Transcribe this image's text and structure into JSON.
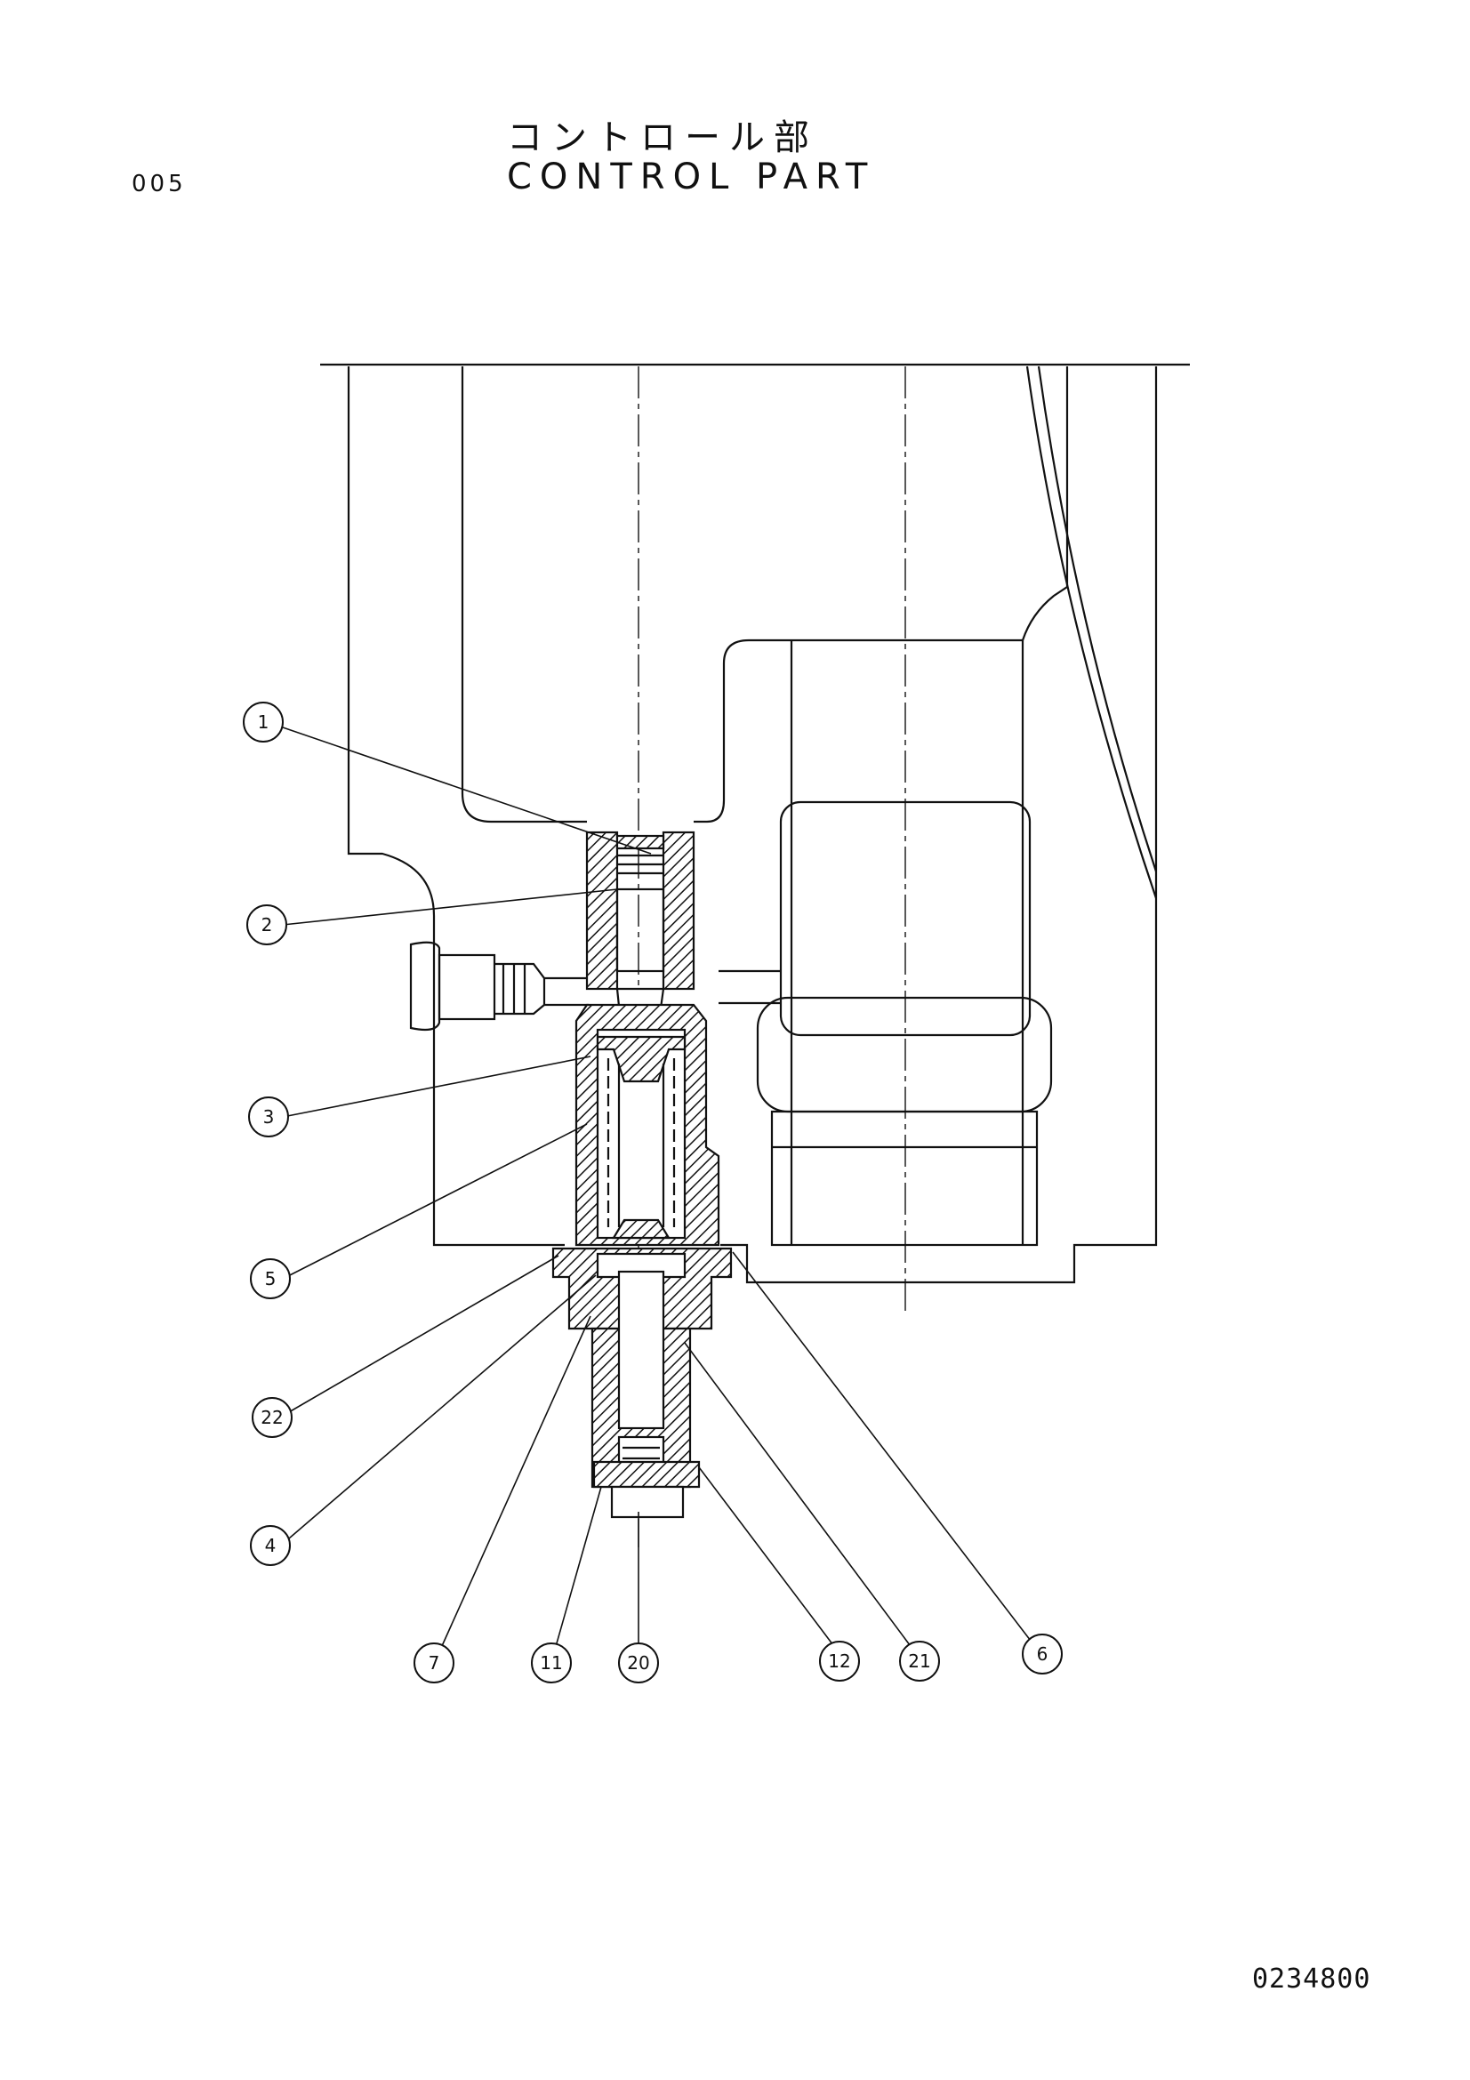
{
  "header": {
    "page_number": "005",
    "title_jp": "コントロール部",
    "title_en": "CONTROL PART"
  },
  "footer": {
    "drawing_number": "0234800"
  },
  "callouts": [
    "1",
    "2",
    "3",
    "5",
    "22",
    "4",
    "7",
    "11",
    "20",
    "12",
    "21",
    "6"
  ]
}
